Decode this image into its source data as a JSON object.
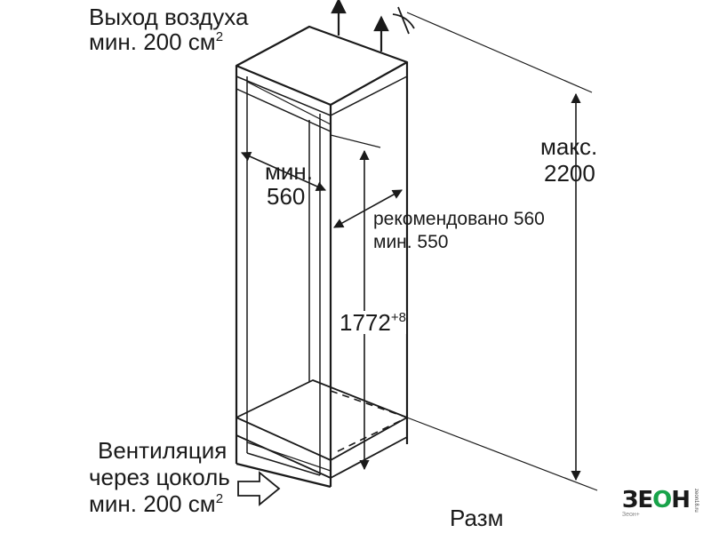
{
  "labels": {
    "air_out_line1": "Выход воздуха",
    "air_out_line2": "мин. 200 см",
    "air_out_sup": "2",
    "max_line1": "макс.",
    "max_line2": "2200",
    "width_line1": "мин.",
    "width_line2": "560",
    "depth_line1": "рекомендовано 560",
    "depth_line2": "мин. 550",
    "height_value": "1772",
    "height_tol": "+8",
    "vent_line1": "Вентиляция",
    "vent_line2": "через цоколь",
    "vent_line3": "мин. 200 см",
    "vent_sup": "2",
    "bottom_caption": "Разм"
  },
  "watermark": {
    "logo_left": "ЗЕ",
    "logo_mid": "О",
    "logo_right": "Н",
    "url": "zeon18.ru",
    "sub": "Зеон+"
  },
  "colors": {
    "ink": "#1a1a1a",
    "brand_green": "#18a34a"
  }
}
